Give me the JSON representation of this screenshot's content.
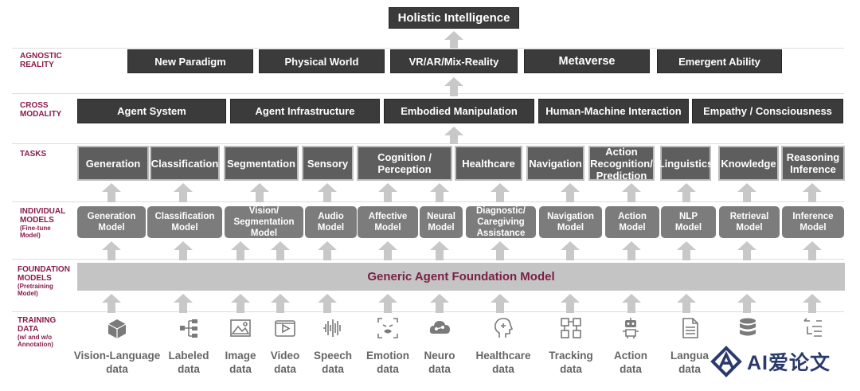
{
  "top": {
    "title": "Holistic Intelligence"
  },
  "rows": [
    {
      "key": "agnostic",
      "label": [
        "AGNOSTIC",
        "REALITY"
      ],
      "sub": []
    },
    {
      "key": "cross",
      "label": [
        "CROSS",
        "MODALITY"
      ],
      "sub": []
    },
    {
      "key": "tasks",
      "label": [
        "TASKS"
      ],
      "sub": []
    },
    {
      "key": "individual",
      "label": [
        "INDIVIDUAL",
        "MODELS"
      ],
      "sub": [
        "(Fine-tune",
        "Model)"
      ]
    },
    {
      "key": "foundation",
      "label": [
        "FOUNDATION",
        "MODELS"
      ],
      "sub": [
        "(Pretraining",
        "Model)"
      ]
    },
    {
      "key": "training",
      "label": [
        "TRAINING",
        "DATA"
      ],
      "sub": [
        "(w/ and w/o",
        "Annotation)"
      ]
    }
  ],
  "agnostic_reality": [
    "New Paradigm",
    "Physical World",
    "VR/AR/Mix-Reality",
    "Metaverse",
    "Emergent Ability"
  ],
  "cross_modality": [
    "Agent System",
    "Agent Infrastructure",
    "Embodied Manipulation",
    "Human-Machine Interaction",
    "Empathy / Consciousness"
  ],
  "tasks": [
    [
      "Generation"
    ],
    [
      "Classification"
    ],
    [
      "Segmentation"
    ],
    [
      "Sensory"
    ],
    [
      "Cognition /",
      "Perception"
    ],
    [
      "Healthcare"
    ],
    [
      "Navigation"
    ],
    [
      "Action",
      "Recognition/",
      "Prediction"
    ],
    [
      "Linguistics"
    ],
    [
      "Knowledge"
    ],
    [
      "Reasoning",
      "Inference"
    ]
  ],
  "individual_models": [
    [
      "Generation",
      "Model"
    ],
    [
      "Classification",
      "Model"
    ],
    [
      "Vision/",
      "Segmentation",
      "Model"
    ],
    [
      "Audio",
      "Model"
    ],
    [
      "Affective",
      "Model"
    ],
    [
      "Neural",
      "Model"
    ],
    [
      "Diagnostic/",
      "Caregiving",
      "Assistance"
    ],
    [
      "Navigation",
      "Model"
    ],
    [
      "Action",
      "Model"
    ],
    [
      "NLP",
      "Model"
    ],
    [
      "Retrieval",
      "Model"
    ],
    [
      "Inference",
      "Model"
    ]
  ],
  "foundation_model": "Generic Agent Foundation Model",
  "training_data": [
    {
      "icon": "cube-cluster-icon",
      "label": [
        "Vision-Language",
        "data"
      ]
    },
    {
      "icon": "hierarchy-icon",
      "label": [
        "Labeled",
        "data"
      ]
    },
    {
      "icon": "image-icon",
      "label": [
        "Image",
        "data"
      ]
    },
    {
      "icon": "video-icon",
      "label": [
        "Video",
        "data"
      ]
    },
    {
      "icon": "waveform-icon",
      "label": [
        "Speech",
        "data"
      ]
    },
    {
      "icon": "emotion-icon",
      "label": [
        "Emotion",
        "data"
      ]
    },
    {
      "icon": "neuro-cloud-icon",
      "label": [
        "Neuro",
        "data"
      ]
    },
    {
      "icon": "healthcare-head-icon",
      "label": [
        "Healthcare",
        "data"
      ]
    },
    {
      "icon": "tracking-icon",
      "label": [
        "Tracking",
        "data"
      ]
    },
    {
      "icon": "robot-icon",
      "label": [
        "Action",
        "data"
      ]
    },
    {
      "icon": "document-icon",
      "label": [
        "Langua",
        "data"
      ]
    },
    {
      "icon": "database-icon",
      "label": [
        ""
      ]
    },
    {
      "icon": "list-icon",
      "label": [
        ""
      ]
    }
  ],
  "watermark": {
    "text": "AI爱论文",
    "icon": "ai-logo-icon"
  },
  "colors": {
    "dark_box": "#3b3b3b",
    "task_box": "#5e5e5e",
    "model_box": "#7c7c7c",
    "arrow": "#c8c8c8",
    "row_label": "#8b1a4b",
    "foundation_text": "#7a1f47",
    "foundation_bg": "#c4c4c4",
    "data_label": "#666666"
  }
}
